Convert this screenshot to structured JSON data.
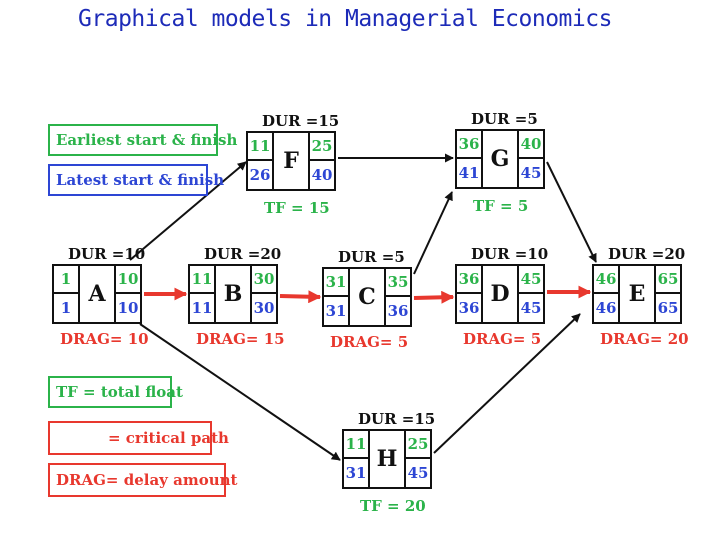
{
  "title": "Graphical models in Managerial Economics",
  "legend": {
    "earliest": "Earliest start & finish",
    "latest": "Latest start & finish",
    "tf": "TF = total float",
    "critical": "= critical path",
    "drag": "DRAG= delay amount"
  },
  "colors": {
    "earliest": "#2bb34a",
    "latest": "#2d46d4",
    "critical": "#e8382e",
    "normal": "#111111"
  },
  "nodes": [
    {
      "id": "A",
      "name": "A",
      "dur": "DUR =10",
      "es": "1",
      "ef": "10",
      "ls": "1",
      "lf": "10",
      "drag": "DRAG= 10",
      "tf": ""
    },
    {
      "id": "B",
      "name": "B",
      "dur": "DUR =20",
      "es": "11",
      "ef": "30",
      "ls": "11",
      "lf": "30",
      "drag": "DRAG= 15",
      "tf": ""
    },
    {
      "id": "C",
      "name": "C",
      "dur": "DUR =5",
      "es": "31",
      "ef": "35",
      "ls": "31",
      "lf": "36",
      "drag": "DRAG= 5",
      "tf": ""
    },
    {
      "id": "D",
      "name": "D",
      "dur": "DUR =10",
      "es": "36",
      "ef": "45",
      "ls": "36",
      "lf": "45",
      "drag": "DRAG= 5",
      "tf": ""
    },
    {
      "id": "E",
      "name": "E",
      "dur": "DUR =20",
      "es": "46",
      "ef": "65",
      "ls": "46",
      "lf": "65",
      "drag": "DRAG= 20",
      "tf": ""
    },
    {
      "id": "F",
      "name": "F",
      "dur": "DUR =15",
      "es": "11",
      "ef": "25",
      "ls": "26",
      "lf": "40",
      "drag": "",
      "tf": "TF = 15"
    },
    {
      "id": "G",
      "name": "G",
      "dur": "DUR =5",
      "es": "36",
      "ef": "40",
      "ls": "41",
      "lf": "45",
      "drag": "",
      "tf": "TF = 5"
    },
    {
      "id": "H",
      "name": "H",
      "dur": "DUR =15",
      "es": "11",
      "ef": "25",
      "ls": "31",
      "lf": "45",
      "drag": "",
      "tf": "TF = 20"
    }
  ],
  "edges": [
    {
      "from": "A",
      "to": "B",
      "critical": true
    },
    {
      "from": "B",
      "to": "C",
      "critical": true
    },
    {
      "from": "C",
      "to": "D",
      "critical": true
    },
    {
      "from": "D",
      "to": "E",
      "critical": true
    },
    {
      "from": "A",
      "to": "F",
      "critical": false
    },
    {
      "from": "F",
      "to": "G",
      "critical": false
    },
    {
      "from": "C",
      "to": "G",
      "critical": false
    },
    {
      "from": "G",
      "to": "E",
      "critical": false
    },
    {
      "from": "A",
      "to": "H",
      "critical": false
    },
    {
      "from": "H",
      "to": "E",
      "critical": false
    }
  ]
}
